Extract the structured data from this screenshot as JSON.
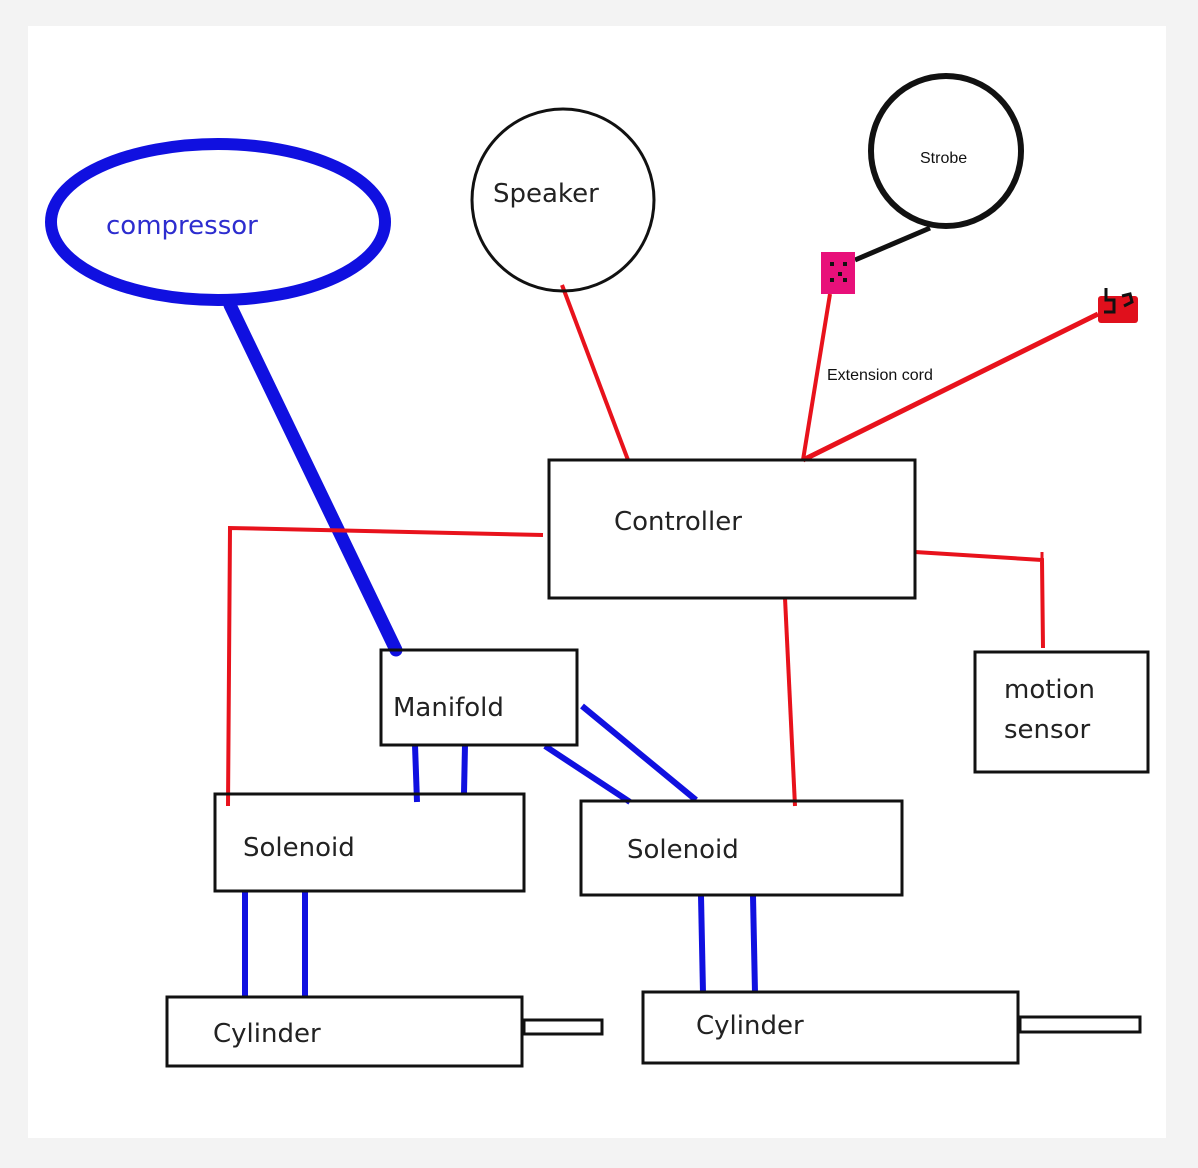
{
  "labels": {
    "compressor": "compressor",
    "speaker": "Speaker",
    "strobe": "Strobe",
    "extension_cord": "Extension cord",
    "controller": "Controller",
    "manifold": "Manifold",
    "motion_sensor_line1": "motion",
    "motion_sensor_line2": "sensor",
    "solenoid_left": "Solenoid",
    "solenoid_right": "Solenoid",
    "cylinder_left": "Cylinder",
    "cylinder_right": "Cylinder"
  },
  "colors": {
    "air_line": "#1010e0",
    "wire": "#e8121c",
    "outline": "#111111",
    "plug_pink": "#e8107a",
    "plug_red": "#e0101c",
    "compressor_text": "#2d2dcf"
  }
}
